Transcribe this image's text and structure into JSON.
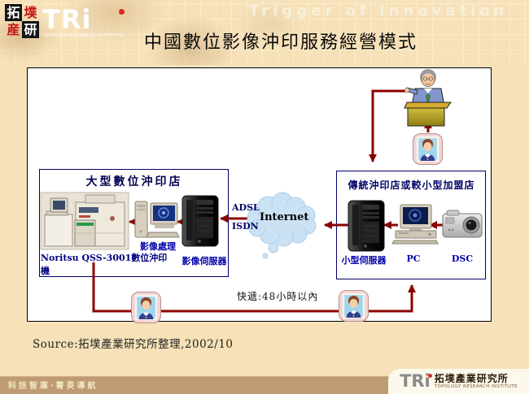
{
  "banner": {
    "seal": [
      "拓",
      "墣",
      "産",
      "研"
    ],
    "logo_text": "TRi",
    "logo_subtext": "TOPOLOGY RESEARCH INSTITUTE",
    "watermark": "Trigger of Innovation"
  },
  "title": "中國數位影像沖印服務經營模式",
  "diagram": {
    "left_box": {
      "title": "大型數位沖印店",
      "machine_label": "Noritsu QSS-3001數位沖印機",
      "processor_label": "影像處理",
      "server_label": "影像伺服器"
    },
    "network": {
      "adsl_label": "ADSL",
      "isdn_label": "ISDN",
      "cloud_label": "Internet"
    },
    "right_box": {
      "title": "傳統沖印店或較小型加盟店",
      "server_label": "小型伺服器",
      "pc_label": "PC",
      "camera_label": "DSC"
    },
    "delivery_label": "快遞:48小時以內"
  },
  "source_note": "Source:拓墣產業研究所整理,2002/10",
  "footer": {
    "slogan": "科技智庫‧菁英導航",
    "logo_text": "TRi",
    "logo_cjk": "拓墣產業研究所",
    "logo_subtext": "TOPOLOGY RESEARCH INSTITUTE"
  },
  "colors": {
    "background": "#f6e1b8",
    "box_border": "#000066",
    "arrow_red": "#8b0000",
    "label_blue": "#0000aa",
    "cloud_blue": "#cbe2f4",
    "footer_bar": "#bf9b73"
  }
}
